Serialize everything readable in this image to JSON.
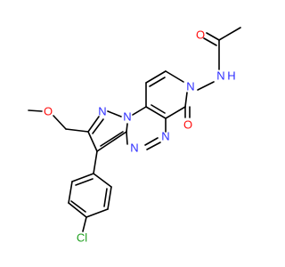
{
  "molecule": {
    "atoms": [
      {
        "id": "N_amide",
        "label": "N",
        "h": "H",
        "color": "#2c2cff"
      },
      {
        "id": "N_pyridone",
        "label": "N",
        "h": "",
        "color": "#2c2cff"
      },
      {
        "id": "O_amide",
        "label": "O",
        "h": "",
        "color": "#ff0d0d"
      },
      {
        "id": "O_pyridone",
        "label": "O",
        "h": "",
        "color": "#ff0d0d"
      },
      {
        "id": "O_ether",
        "label": "O",
        "h": "",
        "color": "#ff0d0d"
      },
      {
        "id": "N_pz1",
        "label": "N",
        "h": "",
        "color": "#2c2cff"
      },
      {
        "id": "N_pz2",
        "label": "N",
        "h": "",
        "color": "#2c2cff"
      },
      {
        "id": "N_tr1",
        "label": "N",
        "h": "",
        "color": "#2c2cff"
      },
      {
        "id": "N_tr2",
        "label": "N",
        "h": "",
        "color": "#2c2cff"
      },
      {
        "id": "N_tr3",
        "label": "N",
        "h": "",
        "color": "#2c2cff"
      },
      {
        "id": "Cl",
        "label": "Cl",
        "h": "",
        "color": "#1fa01f"
      }
    ]
  }
}
